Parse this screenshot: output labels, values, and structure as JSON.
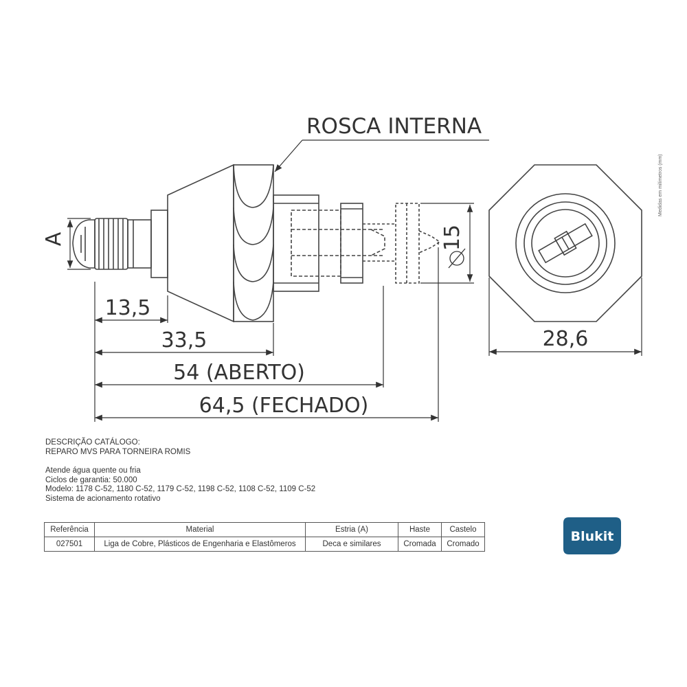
{
  "drawing": {
    "callout_label": "ROSCA INTERNA",
    "dim_a_label": "A",
    "dim_13_5": "13,5",
    "dim_33_5": "33,5",
    "dim_54": "54 (ABERTO)",
    "dim_64_5": "64,5 (FECHADO)",
    "dim_diam_15": "15",
    "dim_28_6": "28,6",
    "side_note": "Medidas em milímetros (mm)"
  },
  "description": {
    "heading": "DESCRIÇÃO CATÁLOGO:",
    "product": "REPARO MVS PARA TORNEIRA ROMIS",
    "line1": "Atende água quente ou fria",
    "line2": "Ciclos de garantia: 50.000",
    "line3": "Modelo: 1178 C-52, 1180 C-52, 1179 C-52, 1198 C-52, 1108 C-52, 1109 C-52",
    "line4": "Sistema de acionamento rotativo"
  },
  "table": {
    "headers": [
      "Referência",
      "Material",
      "Estria (A)",
      "Haste",
      "Castelo"
    ],
    "rows": [
      [
        "027501",
        "Liga de Cobre, Plásticos de Engenharia e Elastômeros",
        "Deca e similares",
        "Cromada",
        "Cromado"
      ]
    ]
  },
  "logo": {
    "text": "Blukit",
    "color": "#1f5f87"
  }
}
